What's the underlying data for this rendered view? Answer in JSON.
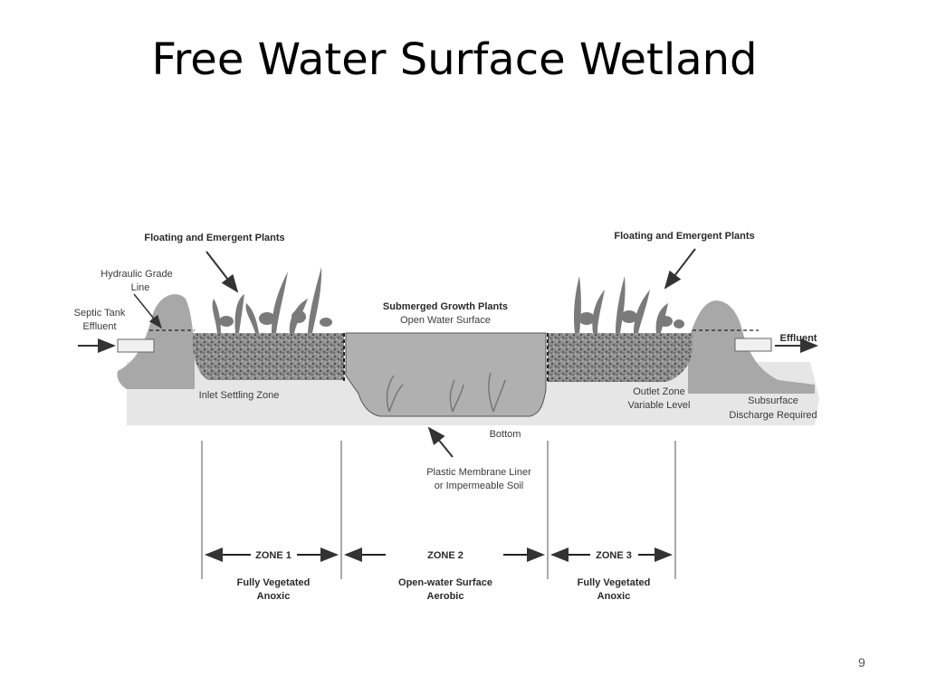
{
  "slide": {
    "title": "Free Water Surface Wetland",
    "page_number": "9"
  },
  "diagram": {
    "labels": {
      "floating_left": "Floating and Emergent Plants",
      "floating_right": "Floating and Emergent Plants",
      "hydraulic_1": "Hydraulic Grade",
      "hydraulic_2": "Line",
      "septic_1": "Septic Tank",
      "septic_2": "Effluent",
      "submerged": "Submerged Growth Plants",
      "open_water": "Open Water Surface",
      "effluent": "Effluent",
      "inlet_zone": "Inlet Settling Zone",
      "outlet_1": "Outlet Zone",
      "outlet_2": "Variable Level",
      "subsurface_1": "Subsurface",
      "subsurface_2": "Discharge Required",
      "bottom": "Bottom",
      "liner_1": "Plastic Membrane Liner",
      "liner_2": "or Impermeable Soil"
    },
    "zones": [
      {
        "name": "ZONE 1",
        "line1": "Fully Vegetated",
        "line2": "Anoxic"
      },
      {
        "name": "ZONE 2",
        "line1": "Open-water Surface",
        "line2": "Aerobic"
      },
      {
        "name": "ZONE 3",
        "line1": "Fully Vegetated",
        "line2": "Anoxic"
      }
    ]
  }
}
